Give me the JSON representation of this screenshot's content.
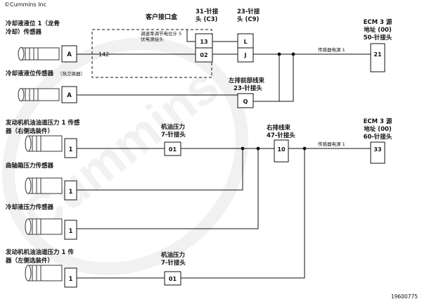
{
  "copyright": "©Cummins Inc",
  "watermark": "Cummins",
  "figure_id": "19600775",
  "sensors": {
    "coolant_level_dragon": {
      "label_line1": "冷却液液位 1（龙骨",
      "label_line2": "冷却）传感器",
      "pin": "A"
    },
    "coolant_level_hx": {
      "label": "冷却液液位传感器",
      "label_note": "（热交换器）",
      "pin": "A"
    },
    "oil_pressure_right": {
      "label_line1": "发动机机油油道压力 1 传感",
      "label_line2": "器（右侧选装件）",
      "pin": "1"
    },
    "crankcase_pressure": {
      "label": "曲轴箱压力传感器",
      "pin": "1"
    },
    "coolant_pressure": {
      "label": "冷却液压力传感器",
      "pin": "1"
    },
    "oil_pressure_left": {
      "label_line1": "发动机机油油道压力  1  传",
      "label_line2": "器（左侧选装件）",
      "pin": "1"
    }
  },
  "customer_box": {
    "title": "客户接口盒",
    "wire_142": "142",
    "pot_note_line1": "调速率调节电位计 5",
    "pot_note_line2": "伏电源接头"
  },
  "connectors": {
    "c31": {
      "label_line1": "31-针接",
      "label_line2": "头 (C3)",
      "pins": [
        "13",
        "02"
      ]
    },
    "c23": {
      "label_line1": "23-针接",
      "label_line2": "头 (C9)",
      "pins": [
        "L",
        "J"
      ]
    },
    "left_front": {
      "label_line1": "左排前部线束",
      "label_line2": "23-针接头",
      "pin": "Q"
    },
    "oil7_upper": {
      "label_line1": "机油压力",
      "label_line2": "7-针接头",
      "pin": "01"
    },
    "right47": {
      "label_line1": "右排线束",
      "label_line2": "47-针接头",
      "pin": "10"
    },
    "oil7_lower": {
      "label_line1": "机油压力",
      "label_line2": "7-针接头",
      "pin": "01"
    }
  },
  "ecm": {
    "ecm50": {
      "line1": "ECM 3 源",
      "line2": "地址 (00)",
      "line3": "50-针接头",
      "pin": "21",
      "wire_label": "传感器电源 1"
    },
    "ecm60": {
      "line1": "ECM 3 源",
      "line2": "地址 (00)",
      "line3": "60-针接头",
      "pin": "33",
      "wire_label": "传感器电源 1"
    }
  }
}
